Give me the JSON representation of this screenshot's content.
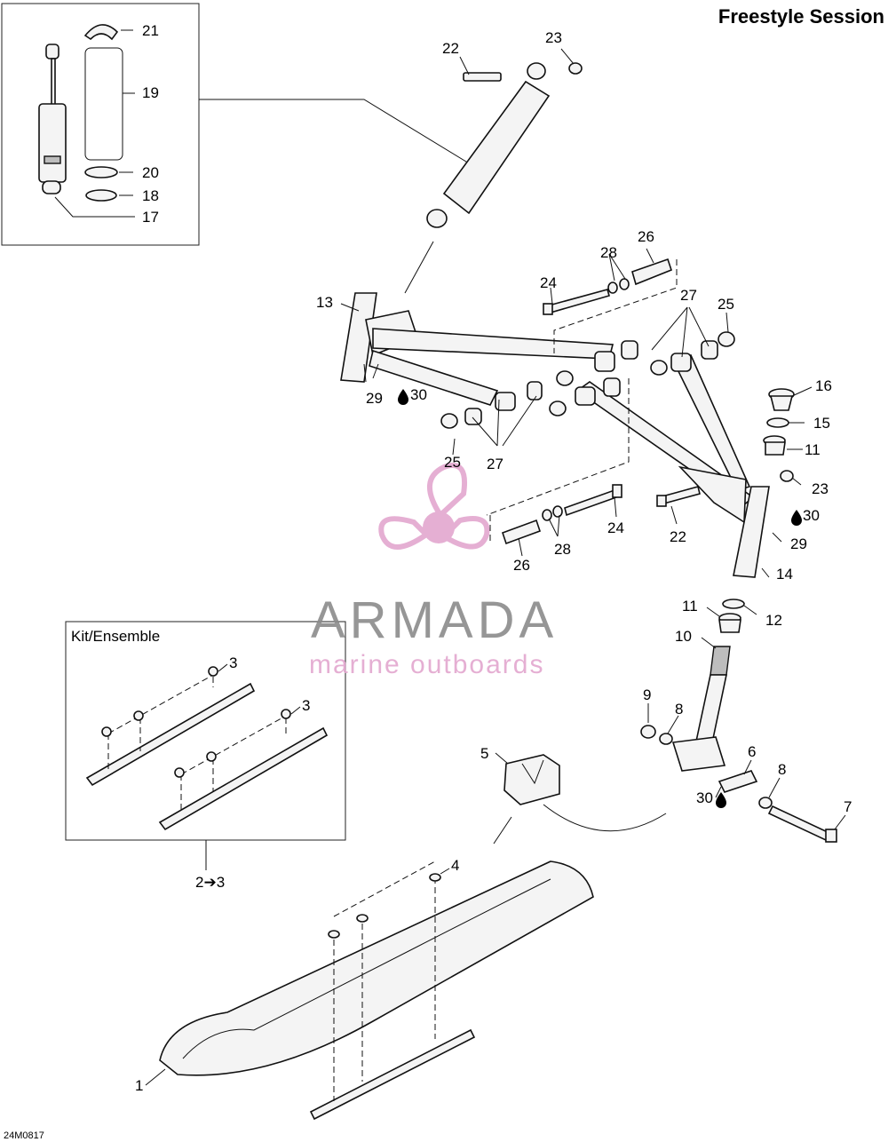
{
  "title": "Freestyle Session",
  "drawing_ref": "24M0817",
  "kit_label": "Kit/Ensemble",
  "kit_range": "2➔3",
  "watermark": {
    "name": "ARMADA",
    "tagline": "marine outboards",
    "color_pink": "#e3a7cf",
    "color_gray": "#8b8b8b"
  },
  "lube_symbol": "💧",
  "callouts": [
    "1",
    "3",
    "3",
    "4",
    "5",
    "6",
    "7",
    "8",
    "8",
    "9",
    "10",
    "11",
    "11",
    "12",
    "13",
    "14",
    "15",
    "16",
    "17",
    "18",
    "19",
    "20",
    "21",
    "22",
    "22",
    "23",
    "23",
    "24",
    "24",
    "25",
    "25",
    "26",
    "26",
    "27",
    "27",
    "28",
    "28",
    "29",
    "29",
    "30",
    "30",
    "30"
  ]
}
